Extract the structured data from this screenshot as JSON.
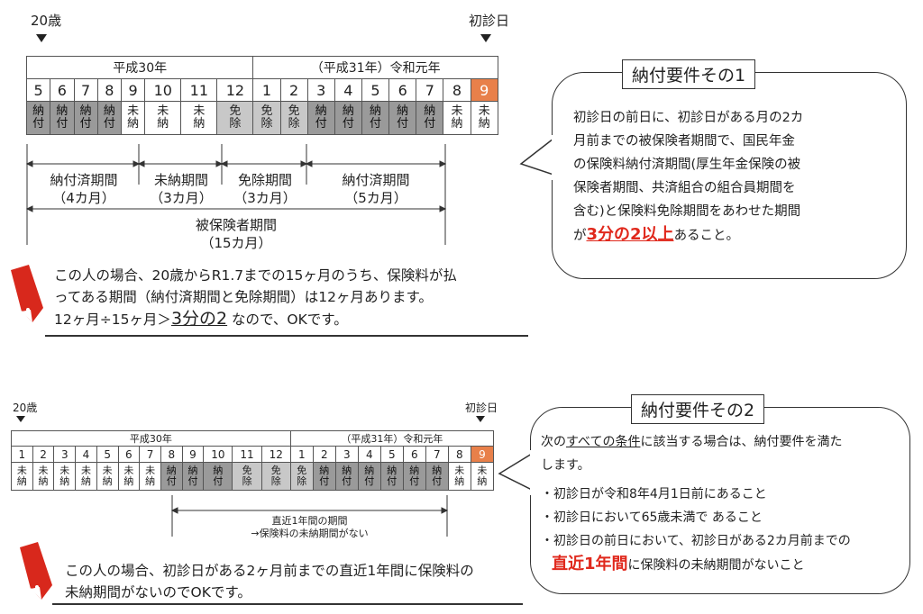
{
  "diagram1": {
    "label_left": "20歳",
    "label_right": "初診日",
    "year_left": "平成30年",
    "year_right": "（平成31年）令和元年",
    "months": [
      "5",
      "6",
      "7",
      "8",
      "9",
      "10",
      "11",
      "12",
      "1",
      "2",
      "3",
      "4",
      "5",
      "6",
      "7",
      "8",
      "9"
    ],
    "statuses": [
      "納付",
      "納付",
      "納付",
      "納付",
      "未納",
      "未納",
      "未納",
      "免除",
      "免除",
      "免除",
      "納付",
      "納付",
      "納付",
      "納付",
      "納付",
      "未納",
      "未納"
    ],
    "periods": [
      {
        "name": "納付済期間",
        "dur": "（4カ月）"
      },
      {
        "name": "未納期間",
        "dur": "（3カ月）"
      },
      {
        "name": "免除期間",
        "dur": "（3カ月）"
      },
      {
        "name": "納付済期間",
        "dur": "（5カ月）"
      }
    ],
    "insured_name": "被保険者期間",
    "insured_dur": "（15カ月）",
    "note_line1": "この人の場合、20歳からR1.7までの15ヶ月のうち、保険料が払",
    "note_line2": "ってある期間（納付済期間と免除期間）は12ヶ月あります。",
    "note_line3a": "12ヶ月÷15ヶ月＞",
    "note_line3b": "3分の2",
    "note_line3c": " なので、OKです。"
  },
  "bubble1": {
    "title": "納付要件その1",
    "line1": "初診日の前日に、初診日がある月の2カ",
    "line2": "月前までの被保険者期間で、国民年金",
    "line3": "の保険料納付済期間(厚生年金保険の被",
    "line4": "保険者期間、共済組合の組合員期間を",
    "line5": "含む)と保険料免除期間をあわせた期間",
    "line6a": "が",
    "line6b": "3分の2以上",
    "line6c": "あること。"
  },
  "diagram2": {
    "label_left": "20歳",
    "label_right": "初診日",
    "year_left": "平成30年",
    "year_right": "（平成31年）令和元年",
    "months": [
      "1",
      "2",
      "3",
      "4",
      "5",
      "6",
      "7",
      "8",
      "9",
      "10",
      "11",
      "12",
      "1",
      "2",
      "3",
      "4",
      "5",
      "6",
      "7",
      "8",
      "9"
    ],
    "statuses": [
      "未納",
      "未納",
      "未納",
      "未納",
      "未納",
      "未納",
      "未納",
      "納付",
      "納付",
      "納付",
      "免除",
      "免除",
      "免除",
      "納付",
      "納付",
      "納付",
      "納付",
      "納付",
      "納付",
      "未納",
      "未納"
    ],
    "period_line1": "直近1年間の期間",
    "period_line2": "→保険料の未納期間がない",
    "note_line1": "この人の場合、初診日がある2ヶ月前までの直近1年間に保険料の",
    "note_line2": "未納期間がないのでOKです。"
  },
  "bubble2": {
    "title": "納付要件その2",
    "intro_a": "次の",
    "intro_b": "すべての条件",
    "intro_c": "に該当する場合は、納付要件を満た",
    "intro_d": "します。",
    "cond1": "・初診日が令和8年4月1日前にあること",
    "cond2": "・初診日において65歳未満で あること",
    "cond3": "・初診日の前日において、初診日がある2カ月前までの",
    "cond4a": "直近1年間",
    "cond4b": "に保険料の未納期間がないこと"
  }
}
